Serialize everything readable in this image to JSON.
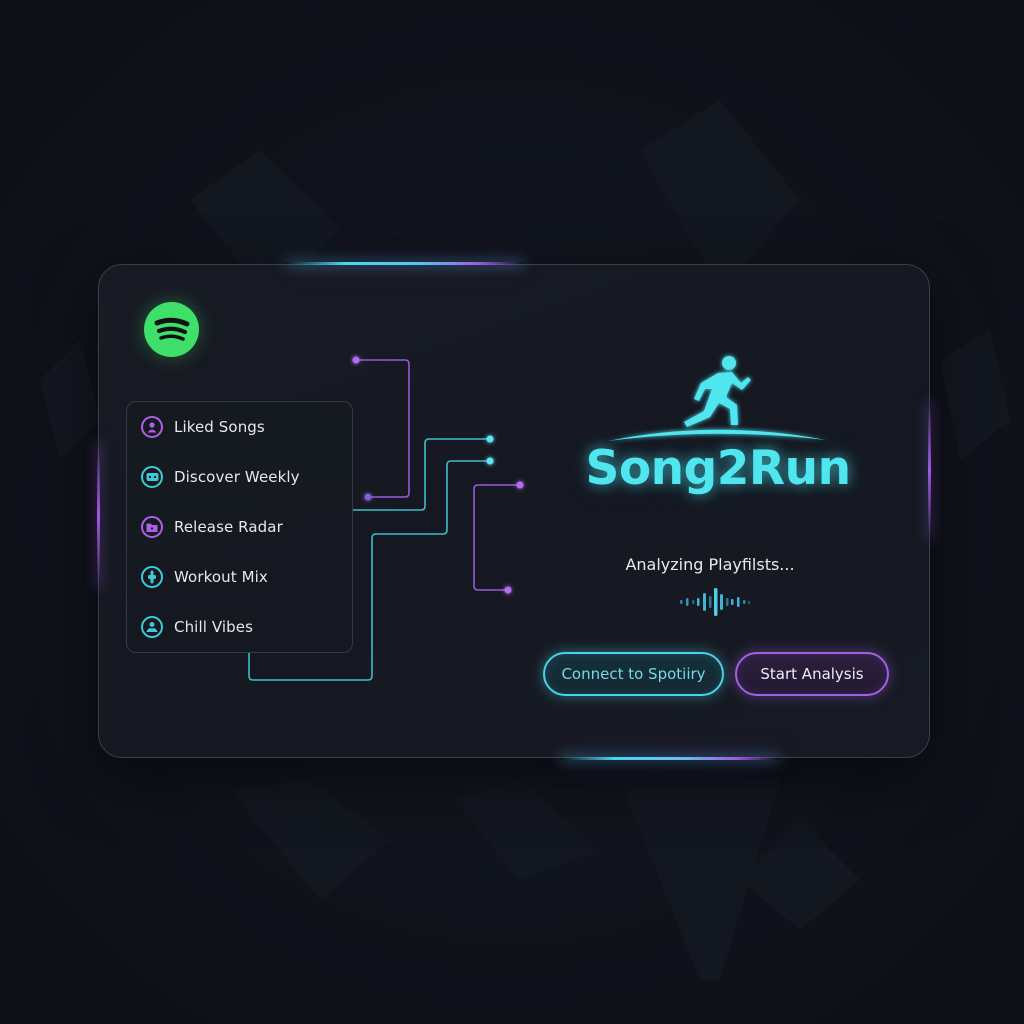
{
  "app": {
    "title": "Song2Run",
    "platform_logo": "spotify-logo-icon"
  },
  "playlists": {
    "items": [
      {
        "label": "Liked Songs",
        "icon": "user-icon",
        "color": "#b05fe8"
      },
      {
        "label": "Discover Weekly",
        "icon": "gamepad-icon",
        "color": "#3ec9d6"
      },
      {
        "label": "Release Radar",
        "icon": "folder-icon",
        "color": "#b05fe8"
      },
      {
        "label": "Workout Mix",
        "icon": "dumbbell-icon",
        "color": "#3ec9d6"
      },
      {
        "label": "Chill Vibes",
        "icon": "relax-icon",
        "color": "#3ec9d6"
      }
    ]
  },
  "status": {
    "text": "Analyzing Playfilsts...",
    "indicator": "audio-waveform-icon"
  },
  "buttons": {
    "connect_label": "Connect to Spotiiry",
    "start_label": "Start Analysis"
  },
  "colors": {
    "accent_cyan": "#4fe6f0",
    "accent_purple": "#a45ee4",
    "spotify_green": "#3ee06a",
    "background": "#10131b",
    "card": "#171a23"
  }
}
